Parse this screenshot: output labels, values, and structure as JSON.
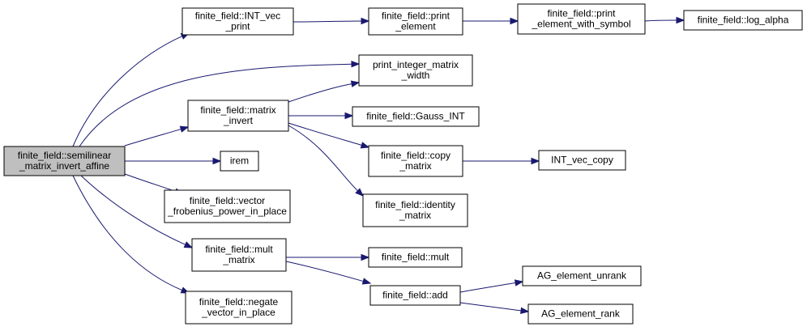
{
  "graph": {
    "nodes": [
      {
        "id": "root",
        "lines": [
          "finite_field::semilinear",
          "_matrix_invert_affine"
        ],
        "is_root": true
      },
      {
        "id": "int_vec_print",
        "lines": [
          "finite_field::INT_vec",
          "_print"
        ]
      },
      {
        "id": "print_element",
        "lines": [
          "finite_field::print",
          "_element"
        ]
      },
      {
        "id": "print_element_with_symbol",
        "lines": [
          "finite_field::print",
          "_element_with_symbol"
        ]
      },
      {
        "id": "log_alpha",
        "lines": [
          "finite_field::log_alpha"
        ]
      },
      {
        "id": "print_integer_matrix_width",
        "lines": [
          "print_integer_matrix",
          "_width"
        ]
      },
      {
        "id": "matrix_invert",
        "lines": [
          "finite_field::matrix",
          "_invert"
        ]
      },
      {
        "id": "gauss_int",
        "lines": [
          "finite_field::Gauss_INT"
        ]
      },
      {
        "id": "copy_matrix",
        "lines": [
          "finite_field::copy",
          "_matrix"
        ]
      },
      {
        "id": "int_vec_copy",
        "lines": [
          "INT_vec_copy"
        ]
      },
      {
        "id": "identity_matrix",
        "lines": [
          "finite_field::identity",
          "_matrix"
        ]
      },
      {
        "id": "irem",
        "lines": [
          "irem"
        ]
      },
      {
        "id": "vector_frobenius",
        "lines": [
          "finite_field::vector",
          "_frobenius_power_in_place"
        ]
      },
      {
        "id": "mult_matrix",
        "lines": [
          "finite_field::mult",
          "_matrix"
        ]
      },
      {
        "id": "mult",
        "lines": [
          "finite_field::mult"
        ]
      },
      {
        "id": "add",
        "lines": [
          "finite_field::add"
        ]
      },
      {
        "id": "ag_element_unrank",
        "lines": [
          "AG_element_unrank"
        ]
      },
      {
        "id": "ag_element_rank",
        "lines": [
          "AG_element_rank"
        ]
      },
      {
        "id": "negate_vector",
        "lines": [
          "finite_field::negate",
          "_vector_in_place"
        ]
      }
    ],
    "edges": [
      {
        "from": "root",
        "to": "int_vec_print"
      },
      {
        "from": "root",
        "to": "print_integer_matrix_width"
      },
      {
        "from": "root",
        "to": "matrix_invert"
      },
      {
        "from": "root",
        "to": "irem"
      },
      {
        "from": "root",
        "to": "vector_frobenius"
      },
      {
        "from": "root",
        "to": "mult_matrix"
      },
      {
        "from": "root",
        "to": "negate_vector"
      },
      {
        "from": "int_vec_print",
        "to": "print_element"
      },
      {
        "from": "print_element",
        "to": "print_element_with_symbol"
      },
      {
        "from": "print_element_with_symbol",
        "to": "log_alpha"
      },
      {
        "from": "matrix_invert",
        "to": "print_integer_matrix_width"
      },
      {
        "from": "matrix_invert",
        "to": "gauss_int"
      },
      {
        "from": "matrix_invert",
        "to": "copy_matrix"
      },
      {
        "from": "matrix_invert",
        "to": "identity_matrix"
      },
      {
        "from": "copy_matrix",
        "to": "int_vec_copy"
      },
      {
        "from": "mult_matrix",
        "to": "mult"
      },
      {
        "from": "mult_matrix",
        "to": "add"
      },
      {
        "from": "add",
        "to": "ag_element_unrank"
      },
      {
        "from": "add",
        "to": "ag_element_rank"
      }
    ],
    "colors": {
      "edge": "#191970",
      "node_border": "#000000",
      "root_fill": "#bfbfbf",
      "node_fill": "#ffffff"
    }
  }
}
